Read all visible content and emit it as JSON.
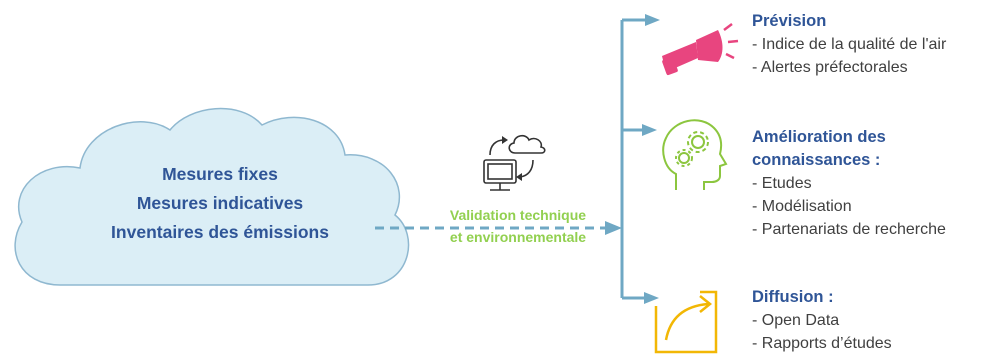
{
  "cloud": {
    "lines": [
      "Mesures fixes",
      "Mesures indicatives",
      "Inventaires des émissions"
    ]
  },
  "validation": {
    "line1": "Validation technique",
    "line2": "et environnementale"
  },
  "outputs": {
    "prevision": {
      "title": "Prévision",
      "items": [
        "- Indice de la qualité de l'air",
        "- Alertes préfectorales"
      ]
    },
    "amelioration": {
      "title1": "Amélioration des",
      "title2": "connaissances :",
      "items": [
        "- Etudes",
        "- Modélisation",
        "- Partenariats de recherche"
      ]
    },
    "diffusion": {
      "title": "Diffusion :",
      "items": [
        "- Open Data",
        "- Rapports d’études"
      ]
    }
  },
  "icons": {
    "computer_cloud": "computer-cloud-sync-icon",
    "megaphone": "megaphone-icon",
    "head_gears": "head-gears-icon",
    "share": "share-arrow-icon"
  },
  "colors": {
    "cloud_fill": "#dbeef6",
    "cloud_stroke": "#8fb8d0",
    "connector": "#6fa8c4",
    "title_blue": "#2f5597",
    "validation_green": "#92d050",
    "megaphone_pink": "#e8457f",
    "head_green": "#8cc63f",
    "share_yellow": "#f2b705"
  }
}
